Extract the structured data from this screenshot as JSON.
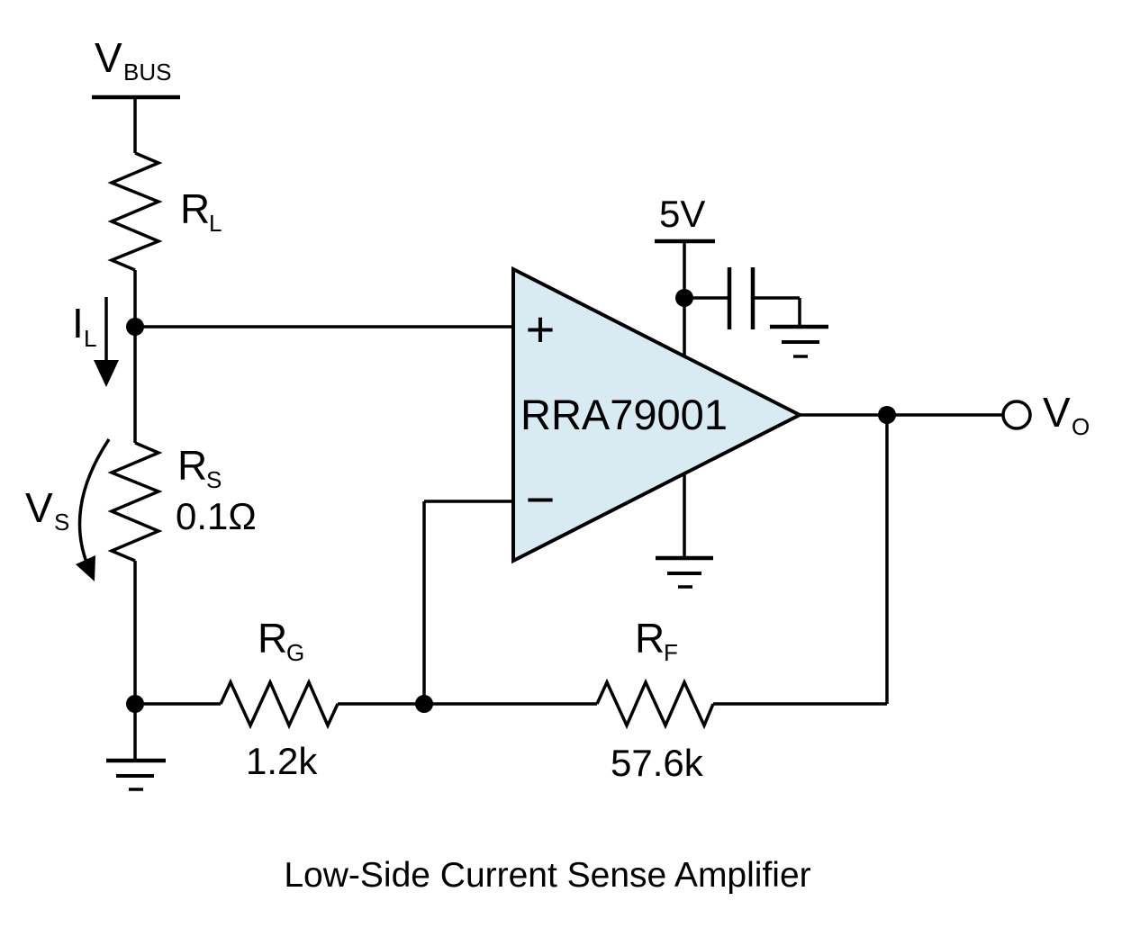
{
  "figure": {
    "caption": "Low-Side Current Sense Amplifier"
  },
  "opamp": {
    "part_number": "RRA79001",
    "plus_symbol": "+",
    "minus_symbol": "−"
  },
  "power": {
    "supply_label": "5V"
  },
  "nets": {
    "vbus": {
      "main": "V",
      "sub": "BUS"
    },
    "il": {
      "main": "I",
      "sub": "L"
    },
    "vs": {
      "main": "V",
      "sub": "S"
    },
    "vo": {
      "main": "V",
      "sub": "O"
    }
  },
  "resistors": {
    "rl": {
      "name_main": "R",
      "name_sub": "L"
    },
    "rs": {
      "name_main": "R",
      "name_sub": "S",
      "value": "0.1Ω"
    },
    "rg": {
      "name_main": "R",
      "name_sub": "G",
      "value": "1.2k"
    },
    "rf": {
      "name_main": "R",
      "name_sub": "F",
      "value": "57.6k"
    }
  },
  "colors": {
    "stroke": "#000000",
    "opamp_fill": "#d8eaf2",
    "background": "#ffffff"
  }
}
